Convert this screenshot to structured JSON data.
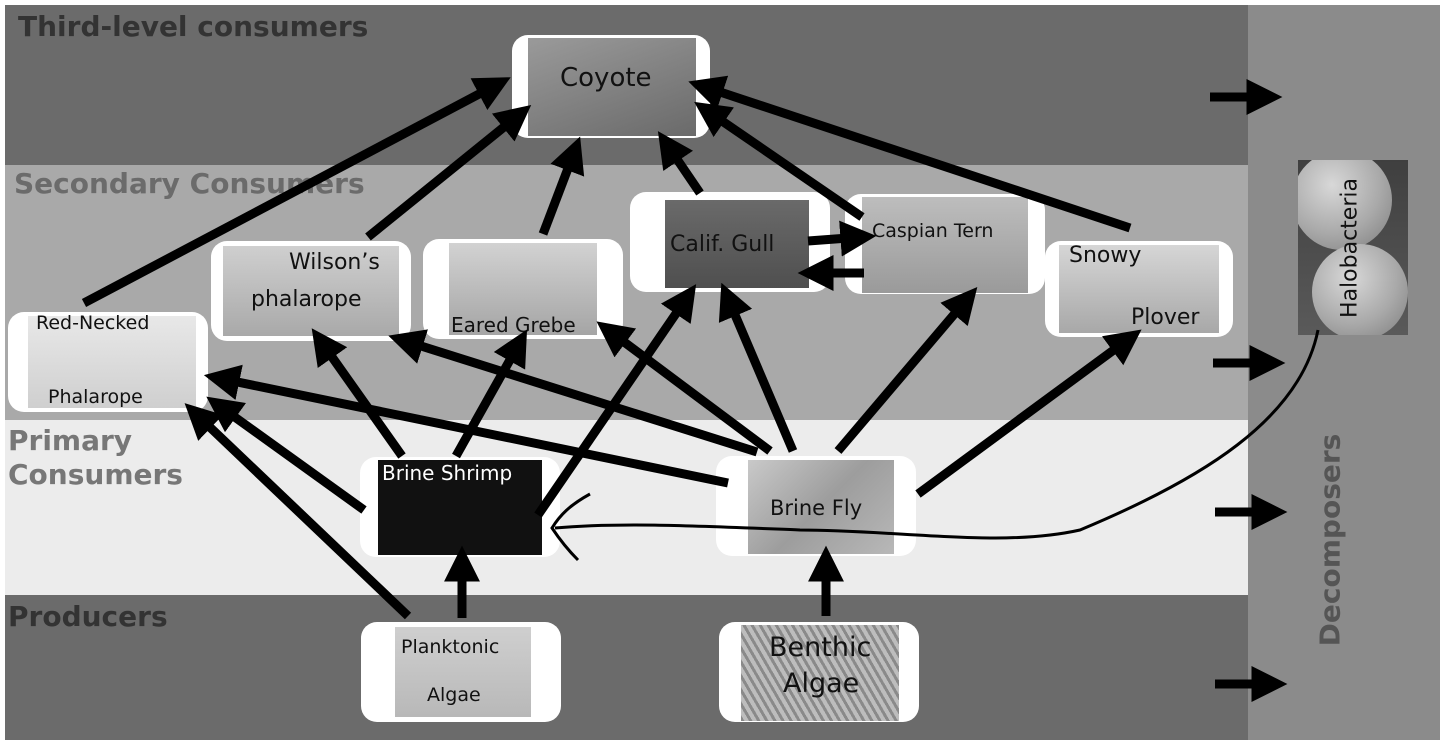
{
  "levels": {
    "third": "Third-level consumers",
    "secondary": "Secondary Consumers",
    "primary": "Primary\nConsumers",
    "producers": "Producers",
    "decomposers": "Decomposers"
  },
  "organisms": {
    "coyote": "Coyote",
    "red_necked_phalarope_1": "Red-Necked",
    "red_necked_phalarope_2": "Phalarope",
    "wilsons_phalarope_1": "Wilson’s",
    "wilsons_phalarope_2": "phalarope",
    "eared_grebe": "Eared Grebe",
    "calif_gull": "Calif. Gull",
    "caspian_tern": "Caspian Tern",
    "snowy_plover_1": "Snowy",
    "snowy_plover_2": "Plover",
    "brine_shrimp": "Brine Shrimp",
    "brine_fly": "Brine Fly",
    "planktonic_algae_1": "Planktonic",
    "planktonic_algae_2": "Algae",
    "benthic_algae_1": "Benthic",
    "benthic_algae_2": "Algae",
    "halobacteria": "Halobacteria"
  },
  "colors": {
    "dark_band": "#6b6b6b",
    "secondary_band": "#a9a9a9",
    "primary_band": "#ececec",
    "decomposer_band": "#8b8b8b",
    "arrow": "#000000"
  }
}
